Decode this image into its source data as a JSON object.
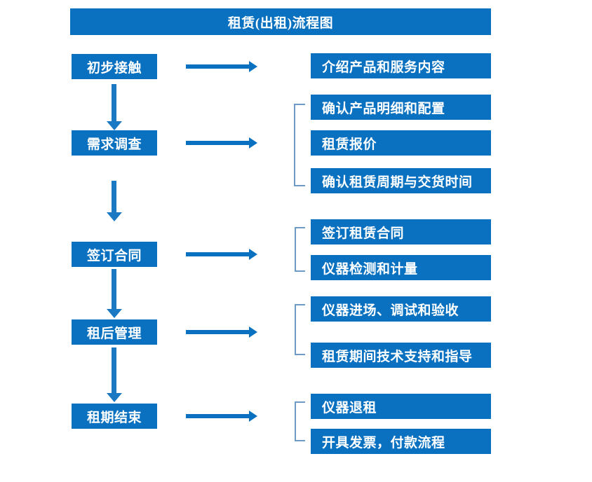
{
  "diagram": {
    "title": "租赁(出租)流程图",
    "colors": {
      "box_blue": "#0A71C1",
      "arrow_blue": "#1B79C4",
      "bracket_blue": "#6E9BC5",
      "text_white": "#FFFFFF",
      "background": "#FFFFFF"
    },
    "stages": [
      {
        "label": "初步接触"
      },
      {
        "label": "需求调查"
      },
      {
        "label": "签订合同"
      },
      {
        "label": "租后管理"
      },
      {
        "label": "租期结束"
      }
    ],
    "details": [
      {
        "label": "介绍产品和服务内容"
      },
      {
        "label": "确认产品明细和配置"
      },
      {
        "label": "租赁报价"
      },
      {
        "label": "确认租赁周期与交货时间"
      },
      {
        "label": "签订租赁合同"
      },
      {
        "label": "仪器检测和计量"
      },
      {
        "label": "仪器进场、调试和验收"
      },
      {
        "label": "租赁期间技术支持和指导"
      },
      {
        "label": "仪器退租"
      },
      {
        "label": "开具发票，付款流程"
      }
    ]
  }
}
